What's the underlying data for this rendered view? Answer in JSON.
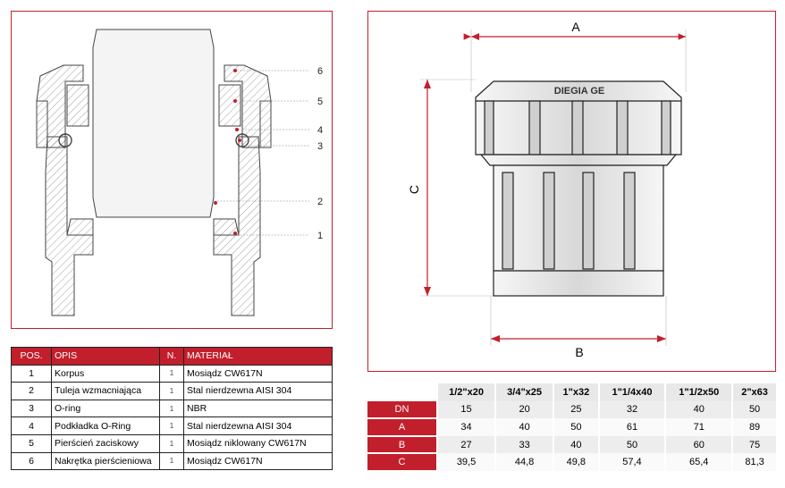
{
  "section_drawing": {
    "callouts": [
      "6",
      "5",
      "4",
      "3",
      "2",
      "1"
    ]
  },
  "dimension_drawing": {
    "dim_a": "A",
    "dim_b": "B",
    "dim_c": "C",
    "brand_text": "DIEGIA GE"
  },
  "parts_table": {
    "headers": {
      "pos": "POS.",
      "desc": "OPIS",
      "n": "N.",
      "material": "MATERIAŁ"
    },
    "rows": [
      {
        "pos": "1",
        "desc": "Korpus",
        "n": "1",
        "material": "Mosiądz CW617N"
      },
      {
        "pos": "2",
        "desc": "Tuleja wzmacniająca",
        "n": "1",
        "material": "Stal nierdzewna AISI 304"
      },
      {
        "pos": "3",
        "desc": "O-ring",
        "n": "1",
        "material": "NBR"
      },
      {
        "pos": "4",
        "desc": "Podkładka O-Ring",
        "n": "1",
        "material": "Stal nierdzewna AISI 304"
      },
      {
        "pos": "5",
        "desc": "Pierścień zaciskowy",
        "n": "1",
        "material": "Mosiądz niklowany CW617N"
      },
      {
        "pos": "6",
        "desc": "Nakrętka pierścieniowa",
        "n": "1",
        "material": "Mosiądz CW617N"
      }
    ]
  },
  "dims_table": {
    "columns": [
      "1/2\"x20",
      "3/4\"x25",
      "1\"x32",
      "1\"1/4x40",
      "1\"1/2x50",
      "2\"x63"
    ],
    "rows": [
      {
        "label": "DN",
        "values": [
          "15",
          "20",
          "25",
          "32",
          "40",
          "50"
        ]
      },
      {
        "label": "A",
        "values": [
          "34",
          "40",
          "50",
          "61",
          "71",
          "89"
        ]
      },
      {
        "label": "B",
        "values": [
          "27",
          "33",
          "40",
          "50",
          "60",
          "75"
        ]
      },
      {
        "label": "C",
        "values": [
          "39,5",
          "44,8",
          "49,8",
          "57,4",
          "65,4",
          "81,3"
        ]
      }
    ]
  },
  "colors": {
    "accent": "#c21f2c",
    "header_gray": "#e8e8e8"
  }
}
